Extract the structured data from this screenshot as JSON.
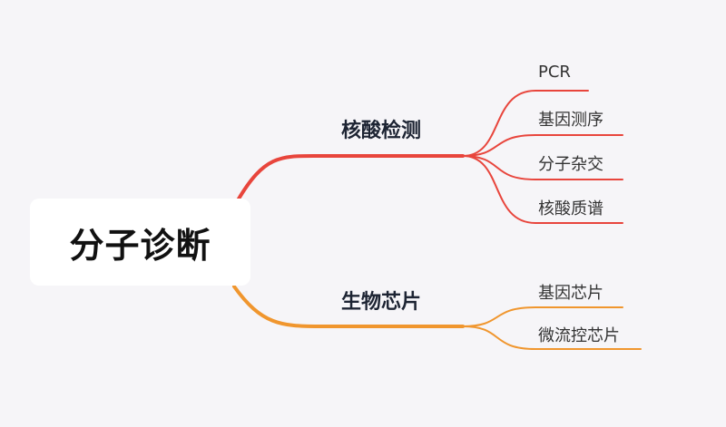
{
  "root": {
    "label": "分子诊断"
  },
  "branches": [
    {
      "label": "核酸检测",
      "color": "#e8453c",
      "children": [
        "PCR",
        "基因测序",
        "分子杂交",
        "核酸质谱"
      ]
    },
    {
      "label": "生物芯片",
      "color": "#f0962e",
      "children": [
        "基因芯片",
        "微流控芯片"
      ]
    }
  ]
}
